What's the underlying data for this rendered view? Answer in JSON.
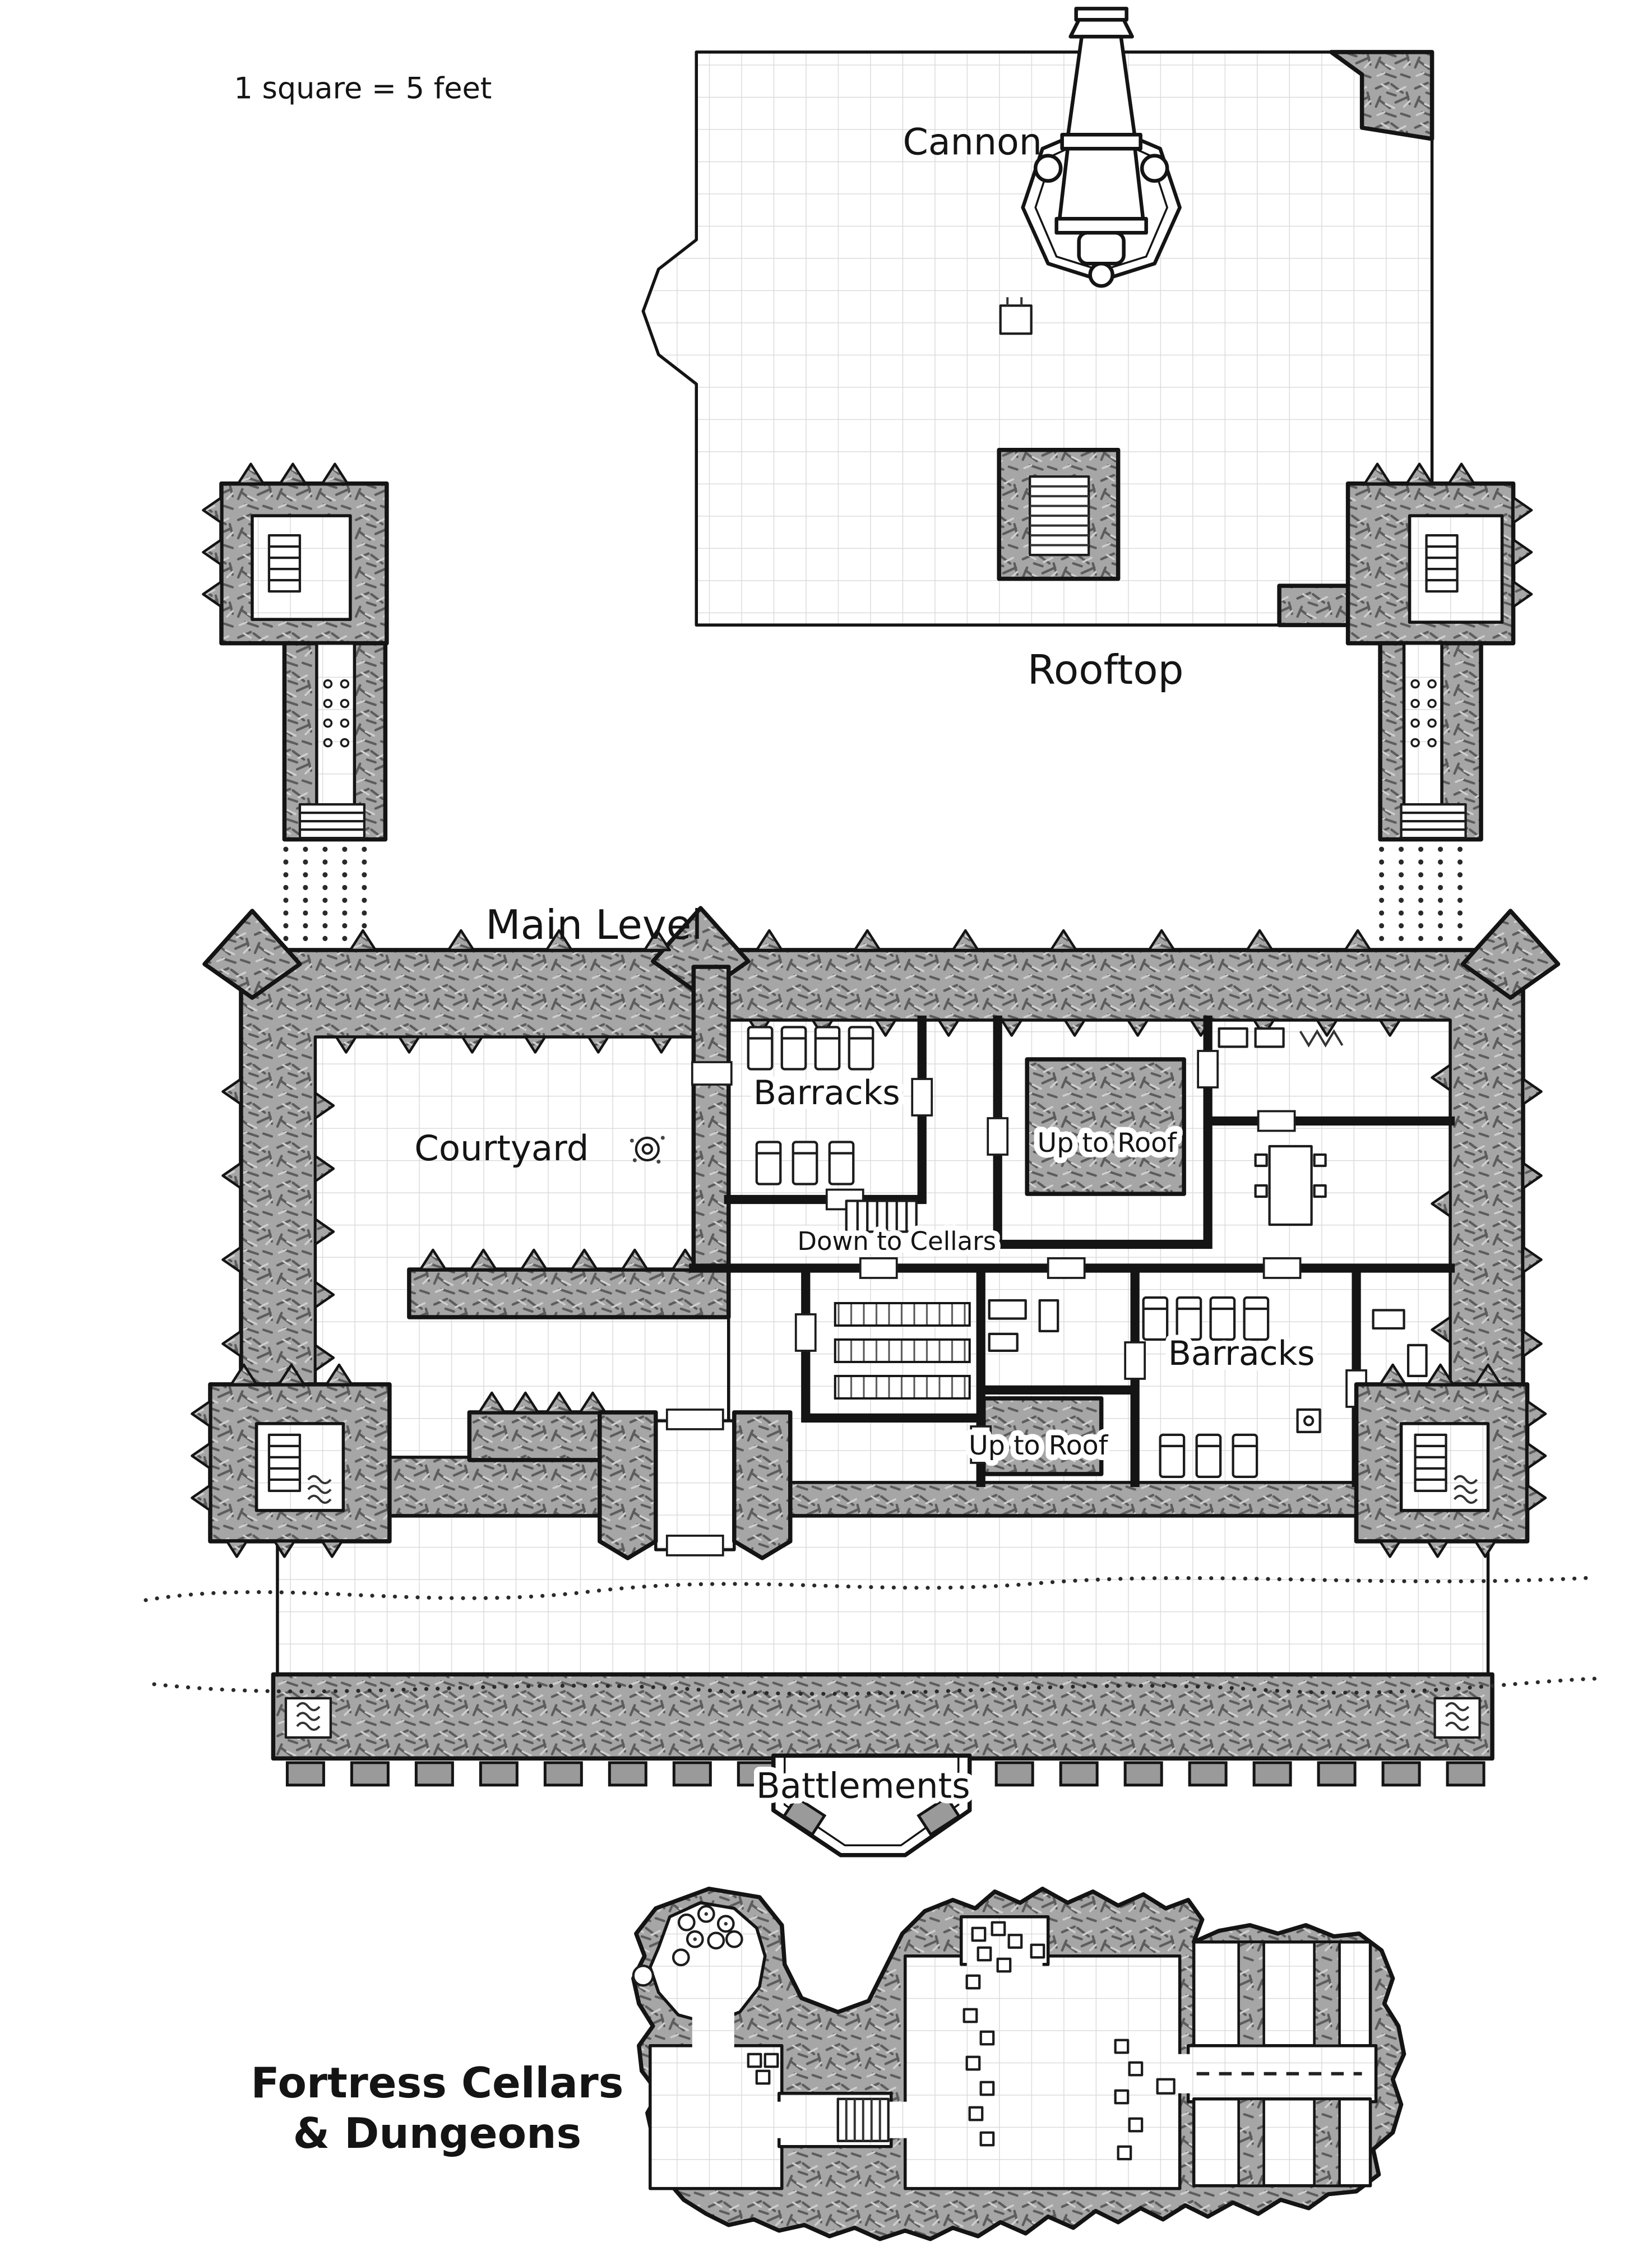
{
  "map": {
    "scale_note": "1 square = 5 feet",
    "levels": {
      "rooftop": {
        "title": "Rooftop",
        "feature_cannon": "Cannon"
      },
      "main": {
        "title": "Main Level",
        "courtyard": "Courtyard",
        "barracks_upper": "Barracks",
        "up_to_roof_upper": "Up to Roof",
        "down_to_cellars": "Down to Cellars",
        "barracks_lower": "Barracks",
        "up_to_roof_lower": "Up to Roof",
        "battlements": "Battlements"
      },
      "cellars": {
        "title_line1": "Fortress Cellars",
        "title_line2": "& Dungeons"
      }
    },
    "icons": {
      "cannon": "cannon-icon",
      "stairs_up": "stairs-icon",
      "stairs_comb": "stairs-down-icon",
      "well": "well-icon",
      "bed": "bed-icon",
      "table": "table-icon",
      "barrel": "barrel-icon",
      "crate": "crate-icon",
      "water": "water-waves-icon"
    },
    "colors": {
      "paper": "#ffffff",
      "ink": "#141414",
      "wall_fill": "#a6a6a6",
      "wall_shadow": "#5c5c5c",
      "grid_line": "#d9d9d9",
      "merlon_fill": "#9a9a9a"
    }
  }
}
